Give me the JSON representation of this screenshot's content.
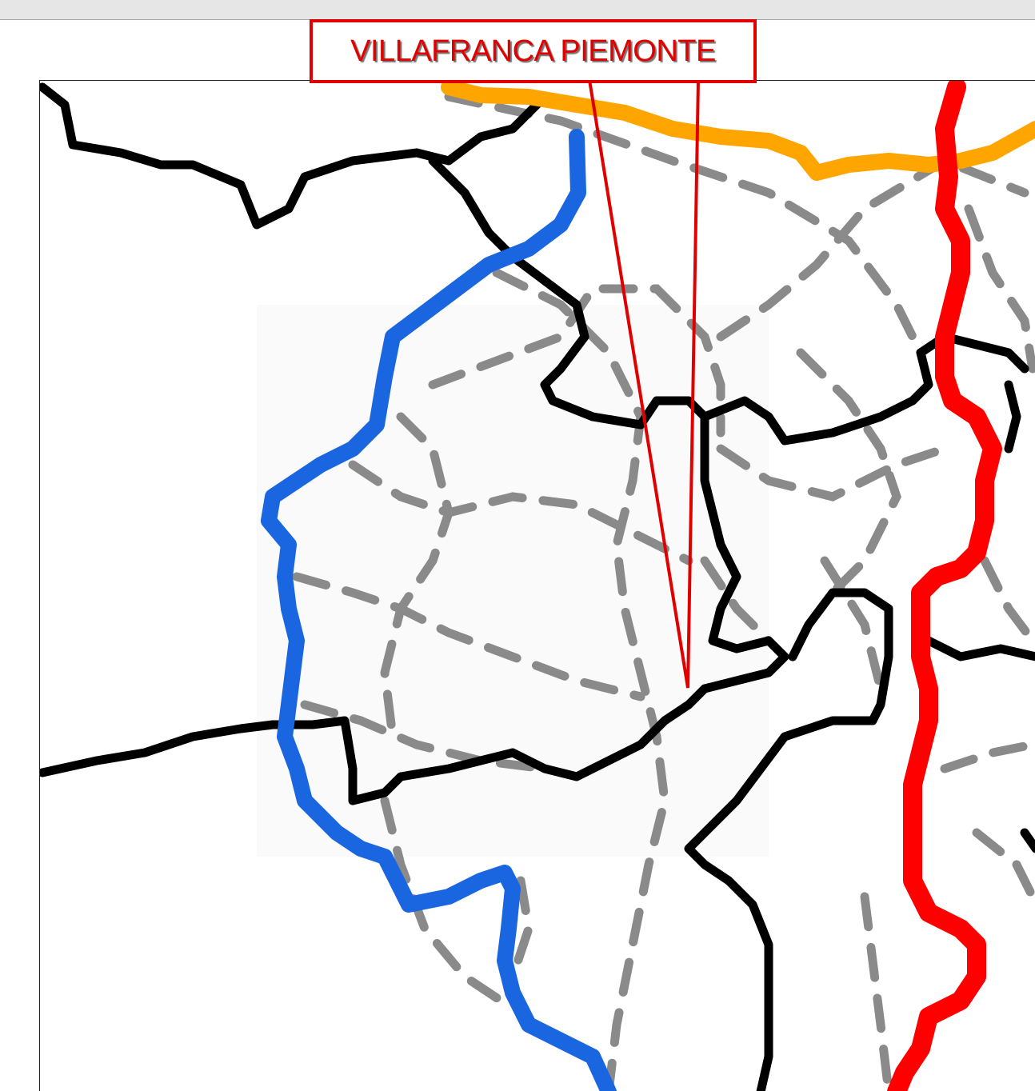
{
  "callout": {
    "label": "VILLAFRANCA PIEMONTE",
    "border_color": "#e00000",
    "text_color": "#e00000"
  },
  "map": {
    "layers": [
      {
        "name": "provincial-boundary",
        "color": "#000000",
        "style": "solid"
      },
      {
        "name": "municipal-boundary",
        "color": "#808080",
        "style": "dashed"
      },
      {
        "name": "blue-route",
        "color": "#1a66e0",
        "style": "solid"
      },
      {
        "name": "red-route",
        "color": "#ff0000",
        "style": "solid"
      },
      {
        "name": "orange-route",
        "color": "#ffa500",
        "style": "solid"
      }
    ]
  }
}
